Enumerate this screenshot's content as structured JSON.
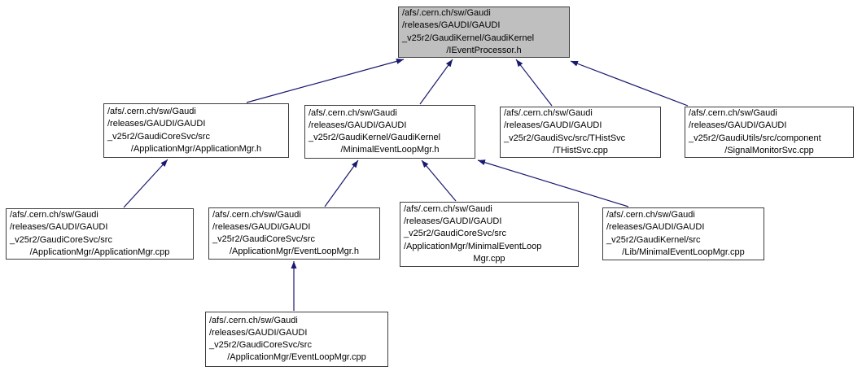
{
  "diagram": {
    "kind": "include-dependency-graph",
    "colors": {
      "background": "#ffffff",
      "node_fill": "#ffffff",
      "node_border": "#3d3d3d",
      "highlight_fill": "#bfbfbf",
      "edge": "#191970",
      "text": "#000000"
    },
    "nodes": [
      {
        "id": "ieventprocessor-h",
        "highlighted": true,
        "lines": [
          "/afs/.cern.ch/sw/Gaudi",
          "/releases/GAUDI/GAUDI",
          "_v25r2/GaudiKernel/GaudiKernel",
          "/IEventProcessor.h"
        ]
      },
      {
        "id": "applicationmgr-h",
        "highlighted": false,
        "lines": [
          "/afs/.cern.ch/sw/Gaudi",
          "/releases/GAUDI/GAUDI",
          "_v25r2/GaudiCoreSvc/src",
          "/ApplicationMgr/ApplicationMgr.h"
        ]
      },
      {
        "id": "minimaleventloopmgr-h",
        "highlighted": false,
        "lines": [
          "/afs/.cern.ch/sw/Gaudi",
          "/releases/GAUDI/GAUDI",
          "_v25r2/GaudiKernel/GaudiKernel",
          "/MinimalEventLoopMgr.h"
        ]
      },
      {
        "id": "thistsvc-cpp",
        "highlighted": false,
        "lines": [
          "/afs/.cern.ch/sw/Gaudi",
          "/releases/GAUDI/GAUDI",
          "_v25r2/GaudiSvc/src/THistSvc",
          "/THistSvc.cpp"
        ]
      },
      {
        "id": "signalmonitorsvc-cpp",
        "highlighted": false,
        "lines": [
          "/afs/.cern.ch/sw/Gaudi",
          "/releases/GAUDI/GAUDI",
          "_v25r2/GaudiUtils/src/component",
          "/SignalMonitorSvc.cpp"
        ]
      },
      {
        "id": "applicationmgr-cpp",
        "highlighted": false,
        "lines": [
          "/afs/.cern.ch/sw/Gaudi",
          "/releases/GAUDI/GAUDI",
          "_v25r2/GaudiCoreSvc/src",
          "/ApplicationMgr/ApplicationMgr.cpp"
        ]
      },
      {
        "id": "eventloopmgr-h",
        "highlighted": false,
        "lines": [
          "/afs/.cern.ch/sw/Gaudi",
          "/releases/GAUDI/GAUDI",
          "_v25r2/GaudiCoreSvc/src",
          "/ApplicationMgr/EventLoopMgr.h"
        ]
      },
      {
        "id": "minimaleventloopmgr-cpp-coresvc",
        "highlighted": false,
        "lines": [
          "/afs/.cern.ch/sw/Gaudi",
          "/releases/GAUDI/GAUDI",
          "_v25r2/GaudiCoreSvc/src",
          "/ApplicationMgr/MinimalEventLoop",
          "Mgr.cpp"
        ]
      },
      {
        "id": "minimaleventloopmgr-cpp-lib",
        "highlighted": false,
        "lines": [
          "/afs/.cern.ch/sw/Gaudi",
          "/releases/GAUDI/GAUDI",
          "_v25r2/GaudiKernel/src",
          "/Lib/MinimalEventLoopMgr.cpp"
        ]
      },
      {
        "id": "eventloopmgr-cpp",
        "highlighted": false,
        "lines": [
          "/afs/.cern.ch/sw/Gaudi",
          "/releases/GAUDI/GAUDI",
          "_v25r2/GaudiCoreSvc/src",
          "/ApplicationMgr/EventLoopMgr.cpp"
        ]
      }
    ],
    "edges": [
      {
        "from": "applicationmgr-h",
        "to": "ieventprocessor-h"
      },
      {
        "from": "minimaleventloopmgr-h",
        "to": "ieventprocessor-h"
      },
      {
        "from": "thistsvc-cpp",
        "to": "ieventprocessor-h"
      },
      {
        "from": "signalmonitorsvc-cpp",
        "to": "ieventprocessor-h"
      },
      {
        "from": "applicationmgr-cpp",
        "to": "applicationmgr-h"
      },
      {
        "from": "eventloopmgr-h",
        "to": "minimaleventloopmgr-h"
      },
      {
        "from": "minimaleventloopmgr-cpp-coresvc",
        "to": "minimaleventloopmgr-h"
      },
      {
        "from": "minimaleventloopmgr-cpp-lib",
        "to": "minimaleventloopmgr-h"
      },
      {
        "from": "eventloopmgr-cpp",
        "to": "eventloopmgr-h"
      }
    ]
  }
}
